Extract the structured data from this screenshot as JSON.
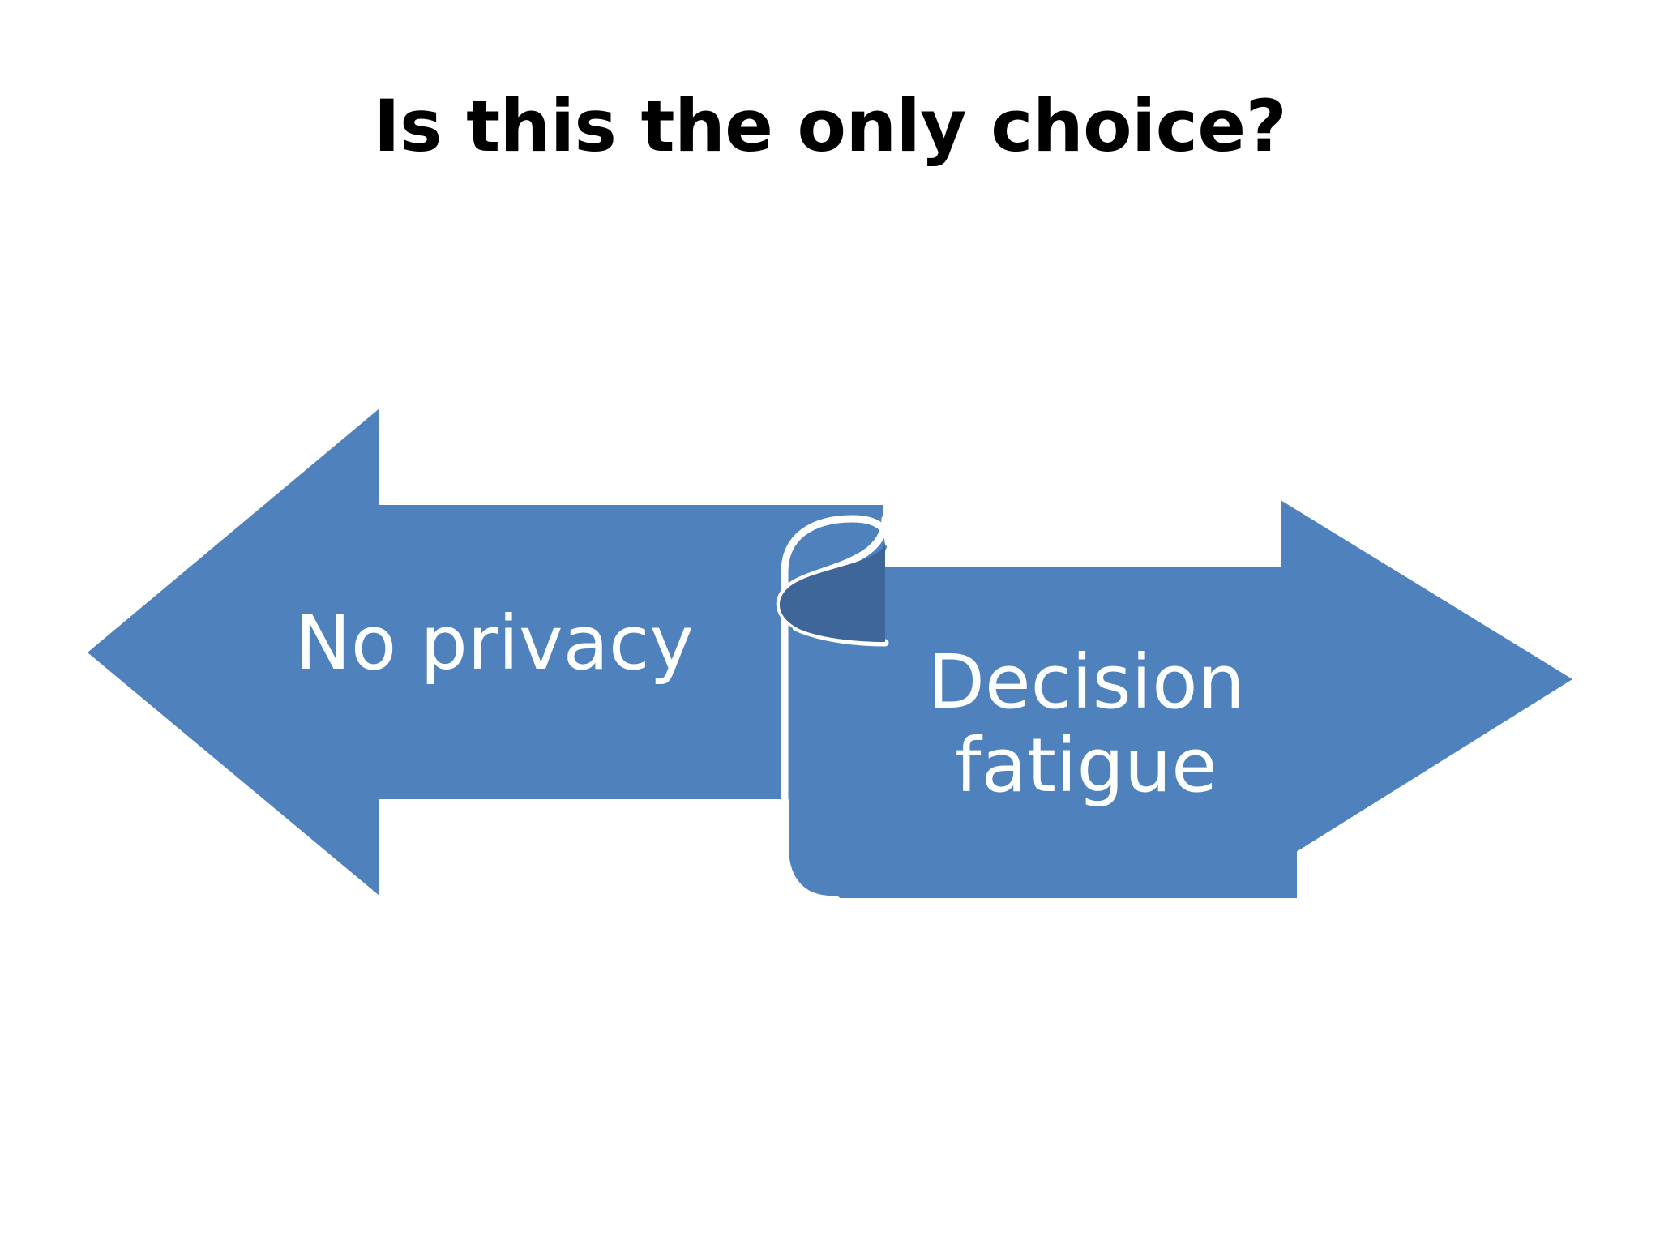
{
  "slide": {
    "title": "Is this the only choice?",
    "background_color": "#FFFFFF",
    "title_color": "#000000"
  },
  "diagram": {
    "type": "double-headed-ribbon-arrow",
    "accent_color": "#4F81BD",
    "fold_shadow_color": "#3E6698",
    "outline_color": "#FFFFFF",
    "label_color": "#FFFFFF",
    "left_arrow": {
      "name": "left-arrow",
      "direction": "left",
      "label": "No privacy"
    },
    "right_arrow": {
      "name": "right-arrow",
      "direction": "right",
      "label_line_1": "Decision",
      "label_line_2": "fatigue"
    }
  }
}
